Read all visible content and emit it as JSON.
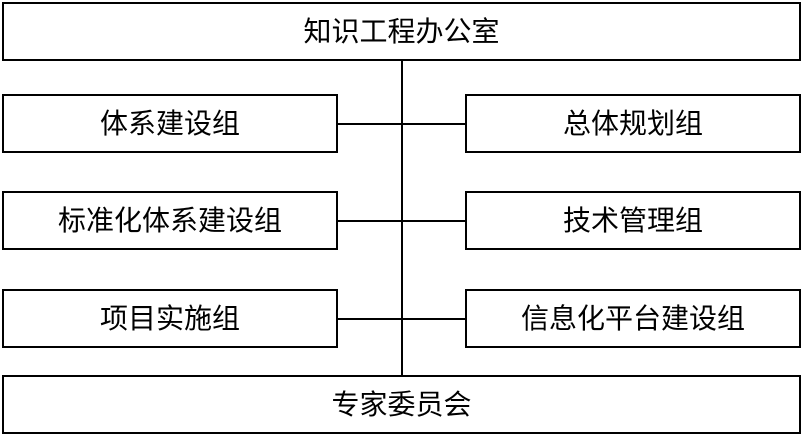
{
  "top": {
    "label": "知识工程办公室"
  },
  "left_groups": [
    {
      "label": "体系建设组"
    },
    {
      "label": "标准化体系建设组"
    },
    {
      "label": "项目实施组"
    }
  ],
  "right_groups": [
    {
      "label": "总体规划组"
    },
    {
      "label": "技术管理组"
    },
    {
      "label": "信息化平台建设组"
    }
  ],
  "bottom": {
    "label": "专家委员会"
  },
  "colors": {
    "line": "#000000",
    "box_fill": "#ffffff",
    "text": "#000000"
  }
}
